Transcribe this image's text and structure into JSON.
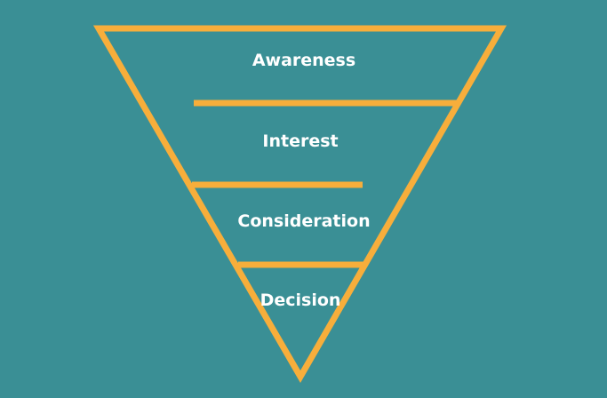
{
  "colors": {
    "background": "#3a8f95",
    "funnel_stroke": "#f7ae3b",
    "label_text": "#ffffff"
  },
  "funnel": {
    "stages": [
      {
        "label": "Awareness"
      },
      {
        "label": "Interest"
      },
      {
        "label": "Consideration"
      },
      {
        "label": "Decision"
      }
    ]
  }
}
